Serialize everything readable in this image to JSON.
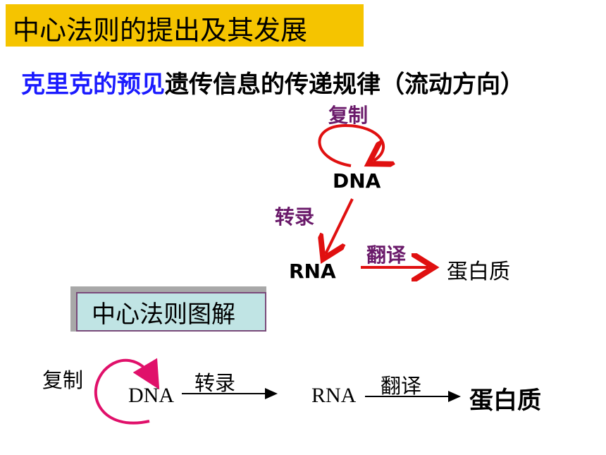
{
  "header": {
    "title": "中心法则的提出及其发展"
  },
  "subtitle": {
    "highlight": "克里克的预见",
    "rest": "遗传信息的传递规律（流动方向）"
  },
  "top_diagram": {
    "replication": "复制",
    "dna": "DNA",
    "transcription": "转录",
    "rna": "RNA",
    "translation": "翻译",
    "protein": "蛋白质"
  },
  "legend": {
    "label": "中心法则图解"
  },
  "bottom_diagram": {
    "replication": "复制",
    "dna": "DNA",
    "transcription": "转录",
    "rna": "RNA",
    "translation": "翻译",
    "protein": "蛋白质"
  },
  "colors": {
    "title_bg": "#f5c400",
    "highlight_blue": "#1a1aff",
    "label_purple": "#6a1a6a",
    "arrow_red": "#e01010",
    "loop_pink": "#e0106a",
    "legend_bg": "#c0e4e4"
  }
}
